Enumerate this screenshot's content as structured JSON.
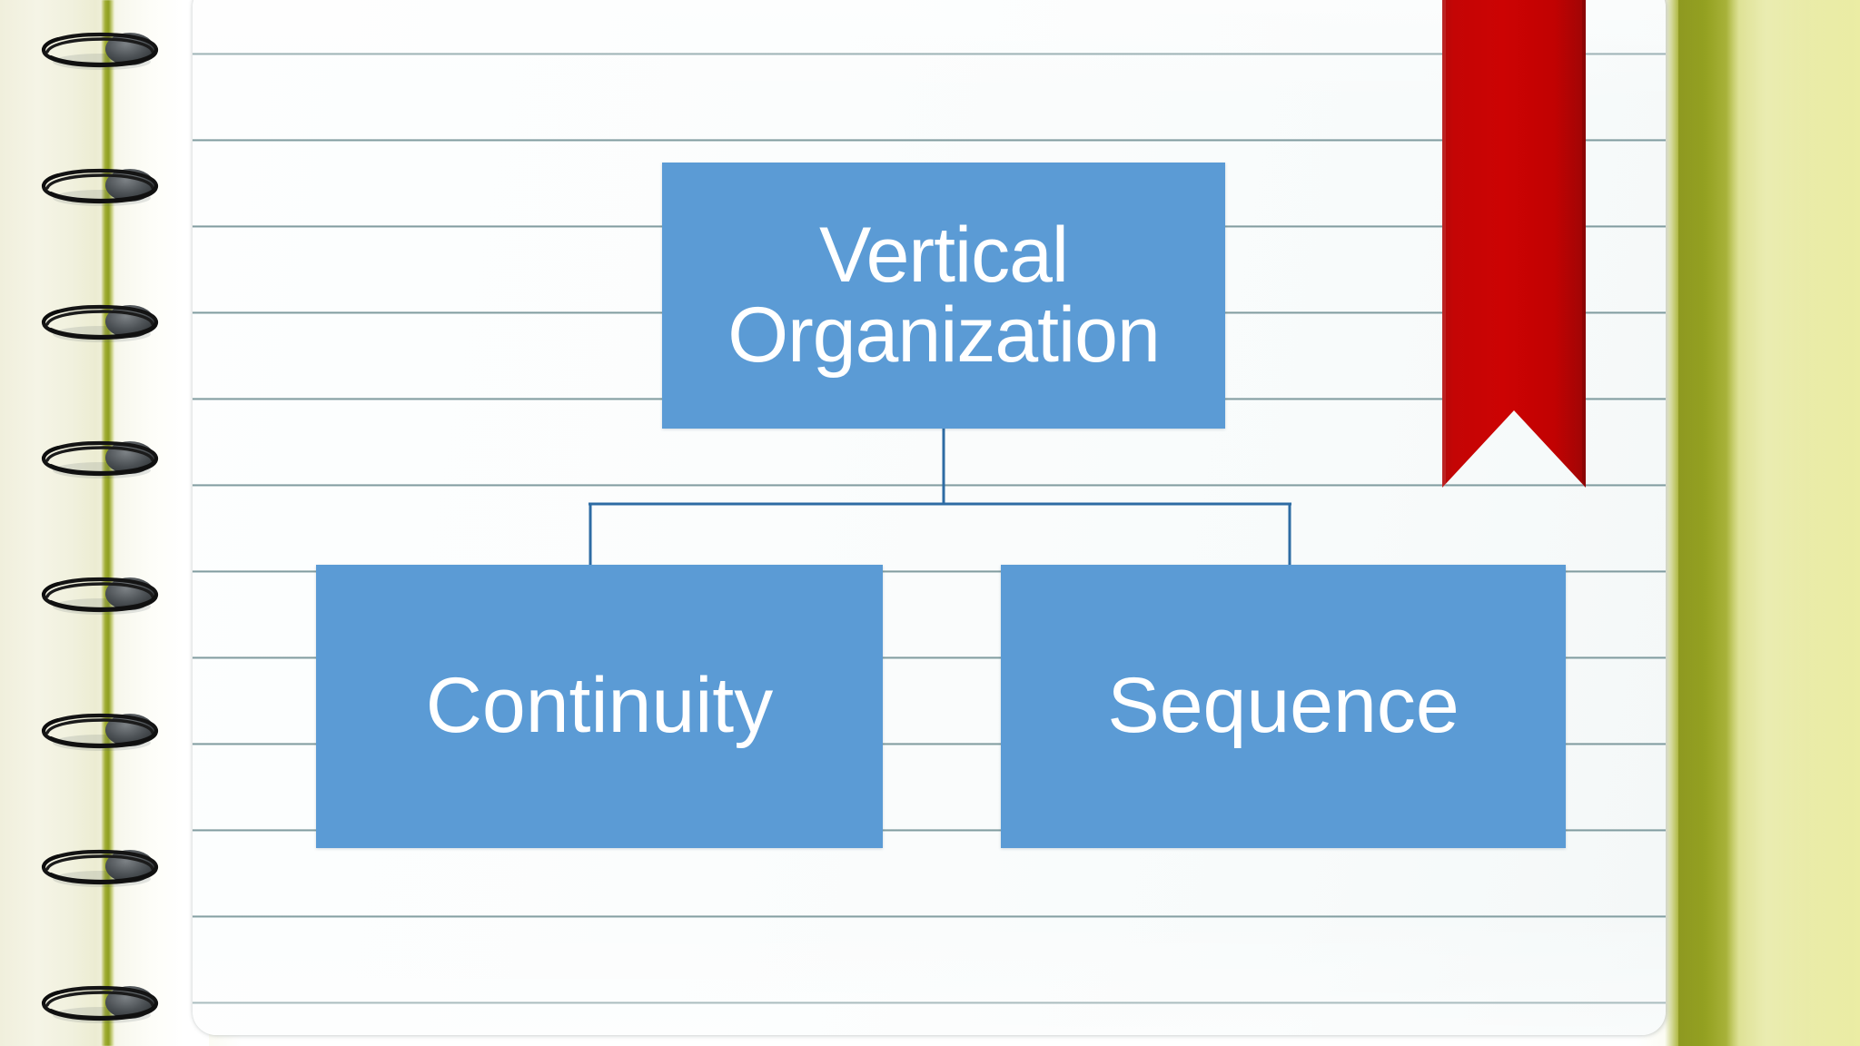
{
  "slide": {
    "background_style": "spiral-notebook-yellow-green",
    "page_color": "#fbfdfd",
    "rule_color": "#688c8c",
    "cover_color": "#9aa827",
    "cover_light_color": "#e6e89a"
  },
  "bookmark": {
    "name": "red-ribbon-bookmark",
    "color": "#c00000",
    "color_dark": "#a50808"
  },
  "binding": {
    "name": "spiral-binding",
    "ring_count": 8,
    "ring_positions": [
      34,
      184,
      334,
      484,
      634,
      784,
      934,
      1084
    ],
    "ring_color": "#111111",
    "knob_color": "#4a4f52"
  },
  "rules": {
    "line_positions": [
      58,
      153,
      248,
      343,
      438,
      533,
      628,
      723,
      818,
      913,
      1008,
      1103
    ]
  },
  "chart_data": {
    "type": "diagram",
    "title": "Vertical Organization",
    "node_fill": "#5b9bd5",
    "node_text_color": "#ffffff",
    "connector_color": "#2e6ca4",
    "nodes": [
      {
        "id": "root",
        "label": "Vertical Organization",
        "level": 0
      },
      {
        "id": "continuity",
        "label": "Continuity",
        "level": 1
      },
      {
        "id": "sequence",
        "label": "Sequence",
        "level": 1
      }
    ],
    "edges": [
      {
        "from": "root",
        "to": "continuity"
      },
      {
        "from": "root",
        "to": "sequence"
      }
    ]
  }
}
